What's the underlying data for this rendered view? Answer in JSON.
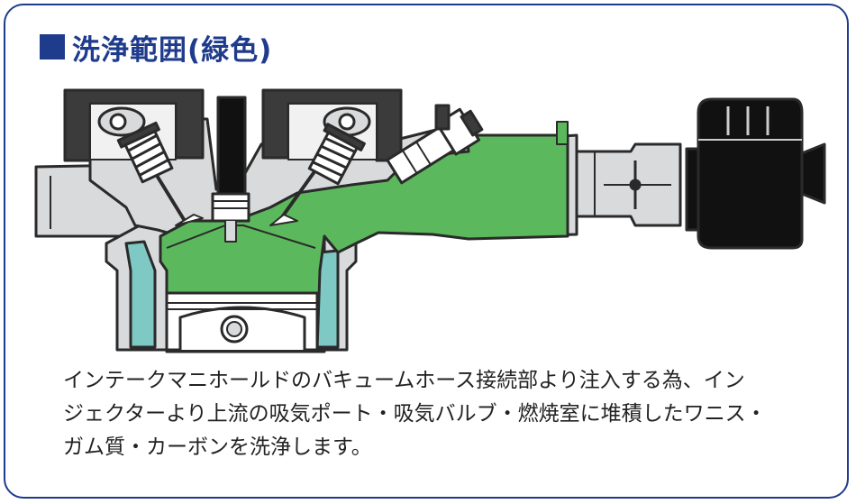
{
  "title": "洗浄範囲(緑色)",
  "description_lines": [
    "インテークマニホールドのバキュームホース接続部より注入する為、イン",
    "ジェクターより上流の吸気ポート・吸気バルブ・燃焼室に堆積したワニス・",
    "ガム質・カーボンを洗浄します。"
  ],
  "colors": {
    "frame": "#1f3b8c",
    "green": "#5cb85c",
    "engine_gray": "#d8dadc",
    "coolant": "#7fc9c4",
    "outline": "#2a2a2a"
  },
  "icons": [
    "engine-cross-section-diagram"
  ]
}
